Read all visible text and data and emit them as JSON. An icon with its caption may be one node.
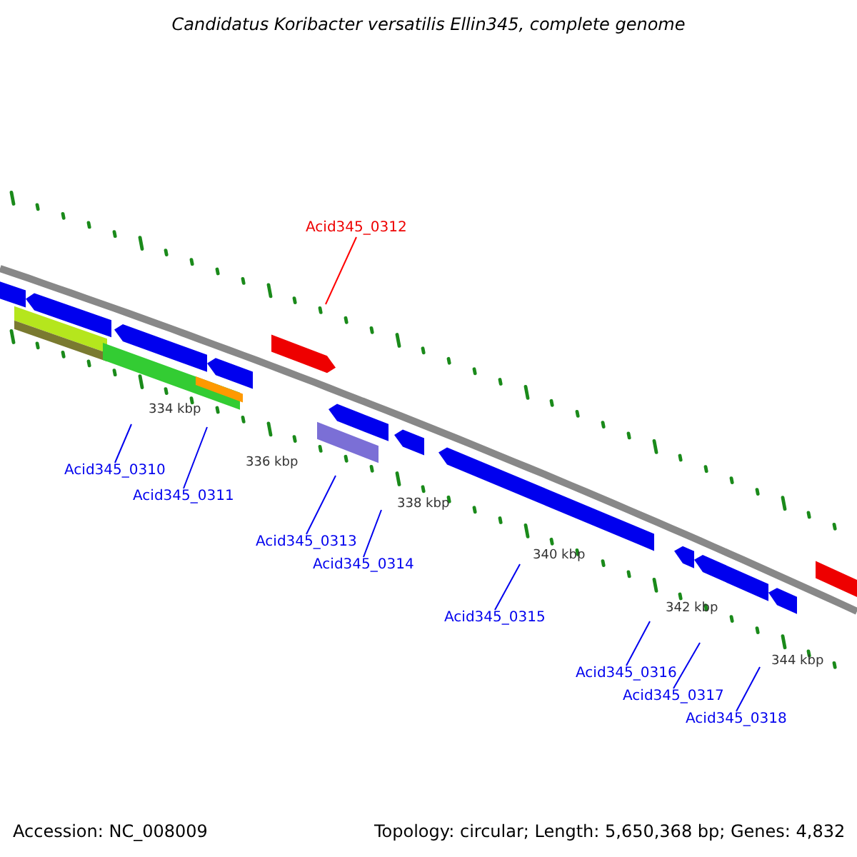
{
  "diagram": {
    "title": "Candidatus Koribacter versatilis Ellin345, complete genome",
    "nodes": [
      {
        "text": [
          "Acid345_0312"
        ]
      },
      {
        "text": [
          "Acid345_0310"
        ]
      },
      {
        "text": [
          "Acid345_0311"
        ]
      },
      {
        "text": [
          "Acid345_0313"
        ]
      },
      {
        "text": [
          "Acid345_0314"
        ]
      },
      {
        "text": [
          "Acid345_0315"
        ]
      },
      {
        "text": [
          "Acid345_0316"
        ]
      },
      {
        "text": [
          "Acid345_0317"
        ]
      },
      {
        "text": [
          "Acid345_0318"
        ]
      }
    ],
    "edges": [
      {
        "from": 0,
        "to": null,
        "arrow": "none",
        "color": "#ff0000"
      },
      {
        "from": 1,
        "to": null,
        "arrow": "none"
      },
      {
        "from": 2,
        "to": null,
        "arrow": "none"
      },
      {
        "from": 3,
        "to": null,
        "arrow": "none"
      },
      {
        "from": 4,
        "to": null,
        "arrow": "none"
      },
      {
        "from": 5,
        "to": null,
        "arrow": "none"
      },
      {
        "from": 6,
        "to": null,
        "arrow": "none"
      },
      {
        "from": 7,
        "to": null,
        "arrow": "none"
      },
      {
        "from": 8,
        "to": null,
        "arrow": "none"
      }
    ],
    "labels": [
      "334 kbp",
      "336 kbp",
      "338 kbp",
      "340 kbp",
      "342 kbp",
      "344 kbp",
      "Accession: NC_008009",
      "Topology: circular; Length: 5,650,368 bp; Genes: 4,832"
    ]
  }
}
